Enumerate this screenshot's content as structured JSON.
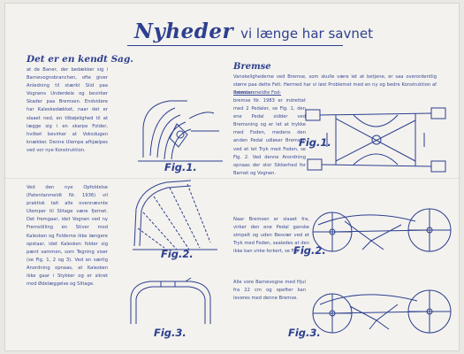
{
  "title": {
    "main": "Nyheder",
    "rest": "vi længe har savnet"
  },
  "left": {
    "heading": "Det er en kendt Sag.",
    "para1": "at de Baner, der bedækker sig i Barnevognsbranchen, ofte giver Anledning til stærkt Slid paa Vognens Underdele og bevirker Skader paa Bremsen. Endvidere har Kaleskedækket, naar det er slaaet ned, en tilbøjelighed til at lægge sig i en skarpe Folder, hvilket bevirker at Voksdugen knækker. Denne Ulempe afhjælpes ved vor nye Konstruktion.",
    "para2": "Ved den nye Opfoldelse (Patentanmeldt Nr. 1936) vil praktisk talt alle ovennævnte Ulemper til Slitage være fjernet. Det fremgaar, idet Vognen ved ny Fremstilling en Stiver mod Kalesken og Folderne ikke længere opstaar, idet Kalesken folder sig pænt sammen, som Tegning viser (se Fig. 1, 2 og 3). Ved en særlig Anordning opnaas, at Kalesken ikke gaar i Stykker og er sikret mod Ødelæggelse og Slitage.",
    "figs": [
      "Fig.1.",
      "Fig.2.",
      "Fig.3."
    ]
  },
  "right": {
    "heading": "Bremse",
    "para1": "Vanskelighederne ved Bremse, som skulle være let at betjene, er saa overordentlig større paa dette Felt. Hermed har vi løst Problemet med en ny og bedre Konstruktion af Bremsen.",
    "para2_link": "Patentanmeldte Fod-",
    "para2": "bremse Nr. 1983 er indrettet med 2 Pedaler, se Fig. 1, den ene Pedal sidder ved Bremsning og er let at trykke med Foden, medens den anden Pedal udløser Bremsen ved et let Tryk med Foden, se Fig. 2. Ved denne Anordning opnaas der stor Sikkerhed for Barnet og Vognen.",
    "para3": "Naar Bremsen er slaaet fra, virker den ene Pedal ganske simpelt og uden Besvær ved et Tryk med Foden, saaledes at den ikke kan virke forkert, se Fig. 3.",
    "para4": "Alle vore Barnevogne med Hjul fra 22 cm og opefter kan leveres med denne Bremse.",
    "figs": [
      "Fig.1.",
      "Fig.2.",
      "Fig.3."
    ]
  },
  "colors": {
    "ink": "#2d3f8f",
    "paper": "#f3f2ee"
  }
}
